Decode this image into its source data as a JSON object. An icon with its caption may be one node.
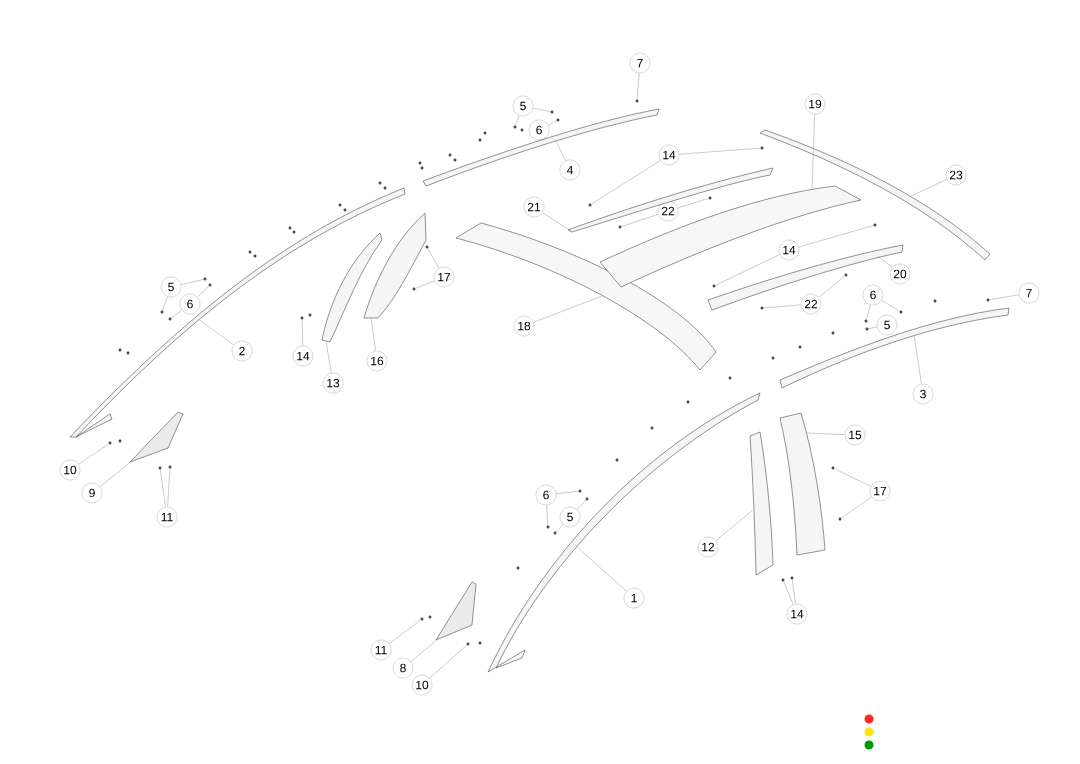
{
  "diagram": {
    "nodes": [
      {
        "text": [
          "7"
        ]
      },
      {
        "text": [
          "5"
        ]
      },
      {
        "text": [
          "6"
        ]
      },
      {
        "text": [
          "4"
        ]
      },
      {
        "text": [
          "19"
        ]
      },
      {
        "text": [
          "14"
        ]
      },
      {
        "text": [
          "23"
        ]
      },
      {
        "text": [
          "21"
        ]
      },
      {
        "text": [
          "22"
        ]
      },
      {
        "text": [
          "14"
        ]
      },
      {
        "text": [
          "20"
        ]
      },
      {
        "text": [
          "22"
        ]
      },
      {
        "text": [
          "17"
        ]
      },
      {
        "text": [
          "5"
        ]
      },
      {
        "text": [
          "6"
        ]
      },
      {
        "text": [
          "2"
        ]
      },
      {
        "text": [
          "14"
        ]
      },
      {
        "text": [
          "13"
        ]
      },
      {
        "text": [
          "16"
        ]
      },
      {
        "text": [
          "18"
        ]
      },
      {
        "text": [
          "6"
        ]
      },
      {
        "text": [
          "5"
        ]
      },
      {
        "text": [
          "7"
        ]
      },
      {
        "text": [
          "3"
        ]
      },
      {
        "text": [
          "10"
        ]
      },
      {
        "text": [
          "9"
        ]
      },
      {
        "text": [
          "11"
        ]
      },
      {
        "text": [
          "15"
        ]
      },
      {
        "text": [
          "17"
        ]
      },
      {
        "text": [
          "6"
        ]
      },
      {
        "text": [
          "5"
        ]
      },
      {
        "text": [
          "12"
        ]
      },
      {
        "text": [
          "1"
        ]
      },
      {
        "text": [
          "14"
        ]
      },
      {
        "text": [
          "11"
        ]
      },
      {
        "text": [
          "8"
        ]
      },
      {
        "text": [
          "10"
        ]
      },
      {
        "text": [],
        "shape": "bar"
      },
      {
        "text": [],
        "shape": "bar"
      },
      {
        "text": [],
        "shape": "bar"
      },
      {
        "text": [],
        "shape": "bar"
      },
      {
        "text": [],
        "shape": "box"
      },
      {
        "text": [],
        "shape": "box"
      },
      {
        "text": [],
        "shape": "bar"
      },
      {
        "text": [],
        "shape": "bar"
      },
      {
        "text": [],
        "shape": "bar"
      },
      {
        "text": [],
        "shape": "bar"
      },
      {
        "text": [],
        "shape": "bar"
      },
      {
        "text": [],
        "shape": "bar"
      },
      {
        "text": [],
        "shape": "bar"
      },
      {
        "text": [],
        "shape": "triangle"
      },
      {
        "text": [],
        "shape": "triangle"
      },
      {
        "text": [],
        "shape": "circle"
      },
      {
        "text": [],
        "shape": "circle"
      },
      {
        "text": [],
        "shape": "circle"
      },
      {
        "text": [],
        "shape": "circle"
      },
      {
        "text": [],
        "shape": "circle"
      },
      {
        "text": [],
        "shape": "circle"
      },
      {
        "text": [],
        "shape": "circle"
      },
      {
        "text": [],
        "shape": "circle"
      },
      {
        "text": [],
        "shape": "circle"
      },
      {
        "text": [],
        "shape": "circle"
      },
      {
        "text": [],
        "shape": "circle"
      },
      {
        "text": [],
        "shape": "circle"
      },
      {
        "text": [],
        "shape": "circle"
      },
      {
        "text": [],
        "shape": "circle"
      },
      {
        "text": [],
        "shape": "circle"
      },
      {
        "text": [],
        "shape": "circle"
      },
      {
        "text": [],
        "shape": "circle"
      },
      {
        "text": [],
        "shape": "circle"
      },
      {
        "text": [],
        "shape": "circle"
      },
      {
        "text": [],
        "shape": "circle"
      },
      {
        "text": [],
        "shape": "circle"
      },
      {
        "text": [],
        "shape": "circle"
      },
      {
        "text": [],
        "shape": "circle"
      },
      {
        "text": [],
        "shape": "circle"
      },
      {
        "text": [],
        "shape": "circle"
      },
      {
        "text": [],
        "shape": "circle"
      },
      {
        "text": [],
        "shape": "circle"
      },
      {
        "text": [],
        "shape": "circle"
      },
      {
        "text": [],
        "shape": "circle"
      },
      {
        "text": [],
        "shape": "circle"
      },
      {
        "text": [],
        "shape": "circle"
      },
      {
        "text": [],
        "shape": "circle"
      },
      {
        "text": [],
        "shape": "circle"
      },
      {
        "text": [],
        "shape": "circle"
      },
      {
        "text": [],
        "shape": "circle"
      },
      {
        "text": [],
        "shape": "circle"
      }
    ],
    "edges": [
      {
        "from": 0,
        "to": 52,
        "arrow": "none"
      },
      {
        "from": 1,
        "to": 53,
        "arrow": "none"
      },
      {
        "from": 1,
        "to": 54,
        "arrow": "none"
      },
      {
        "from": 2,
        "to": 55,
        "arrow": "none"
      },
      {
        "from": 3,
        "to": 38,
        "arrow": "none"
      },
      {
        "from": 4,
        "to": 42,
        "arrow": "none"
      },
      {
        "from": 5,
        "to": 56,
        "arrow": "none"
      },
      {
        "from": 5,
        "to": 57,
        "arrow": "none"
      },
      {
        "from": 6,
        "to": 43,
        "arrow": "none"
      },
      {
        "from": 7,
        "to": 44,
        "arrow": "none"
      },
      {
        "from": 8,
        "to": 58,
        "arrow": "none"
      },
      {
        "from": 8,
        "to": 59,
        "arrow": "none"
      },
      {
        "from": 9,
        "to": 60,
        "arrow": "none"
      },
      {
        "from": 9,
        "to": 61,
        "arrow": "none"
      },
      {
        "from": 10,
        "to": 45,
        "arrow": "none"
      },
      {
        "from": 11,
        "to": 62,
        "arrow": "none"
      },
      {
        "from": 11,
        "to": 63,
        "arrow": "none"
      },
      {
        "from": 12,
        "to": 64,
        "arrow": "none"
      },
      {
        "from": 12,
        "to": 65,
        "arrow": "none"
      },
      {
        "from": 13,
        "to": 66,
        "arrow": "none"
      },
      {
        "from": 13,
        "to": 67,
        "arrow": "none"
      },
      {
        "from": 14,
        "to": 68,
        "arrow": "none"
      },
      {
        "from": 14,
        "to": 69,
        "arrow": "none"
      },
      {
        "from": 15,
        "to": 37,
        "arrow": "none"
      },
      {
        "from": 16,
        "to": 70,
        "arrow": "none"
      },
      {
        "from": 17,
        "to": 46,
        "arrow": "none"
      },
      {
        "from": 18,
        "to": 47,
        "arrow": "none"
      },
      {
        "from": 19,
        "to": 41,
        "arrow": "none"
      },
      {
        "from": 20,
        "to": 71,
        "arrow": "none"
      },
      {
        "from": 20,
        "to": 72,
        "arrow": "none"
      },
      {
        "from": 21,
        "to": 73,
        "arrow": "none"
      },
      {
        "from": 22,
        "to": 74,
        "arrow": "none"
      },
      {
        "from": 23,
        "to": 40,
        "arrow": "none"
      },
      {
        "from": 24,
        "to": 75,
        "arrow": "none"
      },
      {
        "from": 25,
        "to": 50,
        "arrow": "none"
      },
      {
        "from": 26,
        "to": 76,
        "arrow": "none"
      },
      {
        "from": 26,
        "to": 77,
        "arrow": "none"
      },
      {
        "from": 27,
        "to": 49,
        "arrow": "none"
      },
      {
        "from": 28,
        "to": 78,
        "arrow": "none"
      },
      {
        "from": 28,
        "to": 79,
        "arrow": "none"
      },
      {
        "from": 29,
        "to": 80,
        "arrow": "none"
      },
      {
        "from": 29,
        "to": 81,
        "arrow": "none"
      },
      {
        "from": 30,
        "to": 82,
        "arrow": "none"
      },
      {
        "from": 30,
        "to": 83,
        "arrow": "none"
      },
      {
        "from": 31,
        "to": 48,
        "arrow": "none"
      },
      {
        "from": 32,
        "to": 39,
        "arrow": "none"
      },
      {
        "from": 33,
        "to": 84,
        "arrow": "none"
      },
      {
        "from": 33,
        "to": 85,
        "arrow": "none"
      },
      {
        "from": 34,
        "to": 86,
        "arrow": "none"
      },
      {
        "from": 35,
        "to": 51,
        "arrow": "none"
      },
      {
        "from": 36,
        "to": 87,
        "arrow": "none"
      }
    ]
  }
}
